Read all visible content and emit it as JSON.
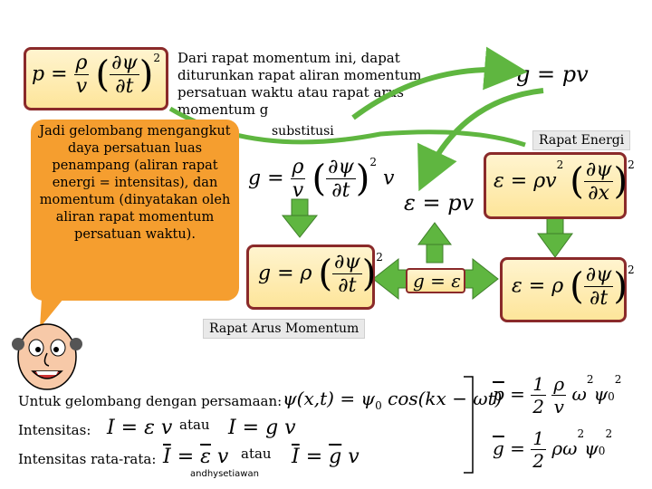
{
  "intro_text": "Dari rapat momentum ini, dapat diturunkan rapat aliran momentum persatuan waktu atau rapat arus momentum g",
  "callout_text": "Jadi gelombang mengangkut daya persatuan luas penampang (aliran rapat energi = intensitas), dan momentum (dinyatakan oleh aliran rapat momentum persatuan waktu).",
  "substitusi_label": "substitusi",
  "rapat_energi_label": "Rapat Energi",
  "rapat_arus_label": "Rapat Arus Momentum",
  "wave_intro": "Untuk gelombang dengan persamaan:",
  "intensitas_label": "Intensitas:",
  "intensitas_rata_label": "Intensitas rata-rata:",
  "atau_1": "atau",
  "atau_2": "atau",
  "credit": "andhysetiawan",
  "colors": {
    "box_border": "#8a2a2a",
    "box_fill": "#fde59a",
    "arrow_green": "#5fb640",
    "callout": "#f59e2f"
  },
  "icons": [
    "cartoon-face-icon",
    "green-arrow-icon",
    "double-arrow-icon"
  ]
}
